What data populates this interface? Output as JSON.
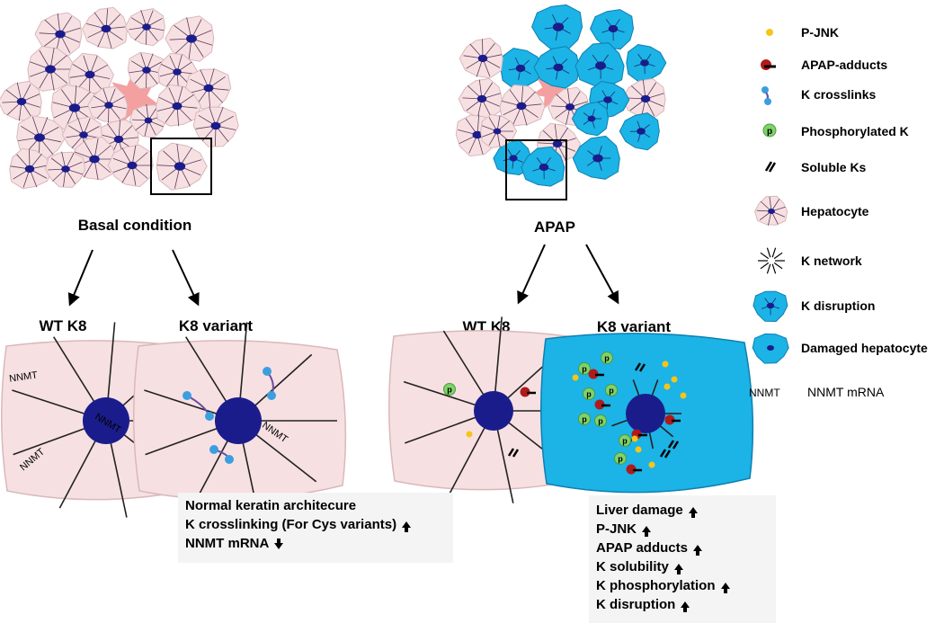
{
  "colors": {
    "hepatocyte_fill": "#f7e0e2",
    "hepatocyte_stroke": "#d9b8bb",
    "nucleus": "#1b1c8c",
    "damaged": "#1cb3e6",
    "damaged_stroke": "#0f7fb0",
    "central_vein": "#f4a0a0",
    "pjnk": "#f5c518",
    "adduct": "#b01a1a",
    "phospho": "#7ed36a",
    "crosslink": "#3a9fe0"
  },
  "icons": {
    "pjnk": "dot-icon",
    "adduct": "adduct-icon",
    "crosslink": "crosslink-icon",
    "phospho": "phospho-icon",
    "soluble": "double-bar-icon",
    "hepatocyte": "hepatocyte-icon",
    "network": "starburst-icon",
    "disruption": "k-disruption-icon",
    "damaged": "damaged-cell-icon"
  },
  "labels": {
    "basal": "Basal condition",
    "apap": "APAP",
    "wt_left": "WT K8",
    "variant_left": "K8 variant",
    "wt_right": "WT K8",
    "variant_right": "K8 variant",
    "nnmt": "NNMT",
    "p": "p"
  },
  "legend": {
    "pjnk": "P-JNK",
    "adducts": "APAP-adducts",
    "crosslinks": "K crosslinks",
    "phosphorylated": "Phosphorylated K",
    "soluble": "Soluble Ks",
    "hepatocyte": "Hepatocyte",
    "network": "K network",
    "disruption": "K disruption",
    "damaged": "Damaged hepatocyte",
    "nnmt_symbol": "NNMT",
    "nnmt_text": "NNMT mRNA"
  },
  "summary_left": [
    {
      "text": "Normal keratin architecure",
      "arrow": ""
    },
    {
      "text": "K crosslinking (For Cys variants)",
      "arrow": "up"
    },
    {
      "text": "NNMT mRNA",
      "arrow": "down"
    }
  ],
  "summary_right": [
    {
      "text": "Liver damage",
      "arrow": "up"
    },
    {
      "text": "P-JNK",
      "arrow": "up"
    },
    {
      "text": "APAP adducts",
      "arrow": "up"
    },
    {
      "text": "K solubility",
      "arrow": "up"
    },
    {
      "text": "K phosphorylation",
      "arrow": "up"
    },
    {
      "text": "K disruption",
      "arrow": "up"
    }
  ]
}
